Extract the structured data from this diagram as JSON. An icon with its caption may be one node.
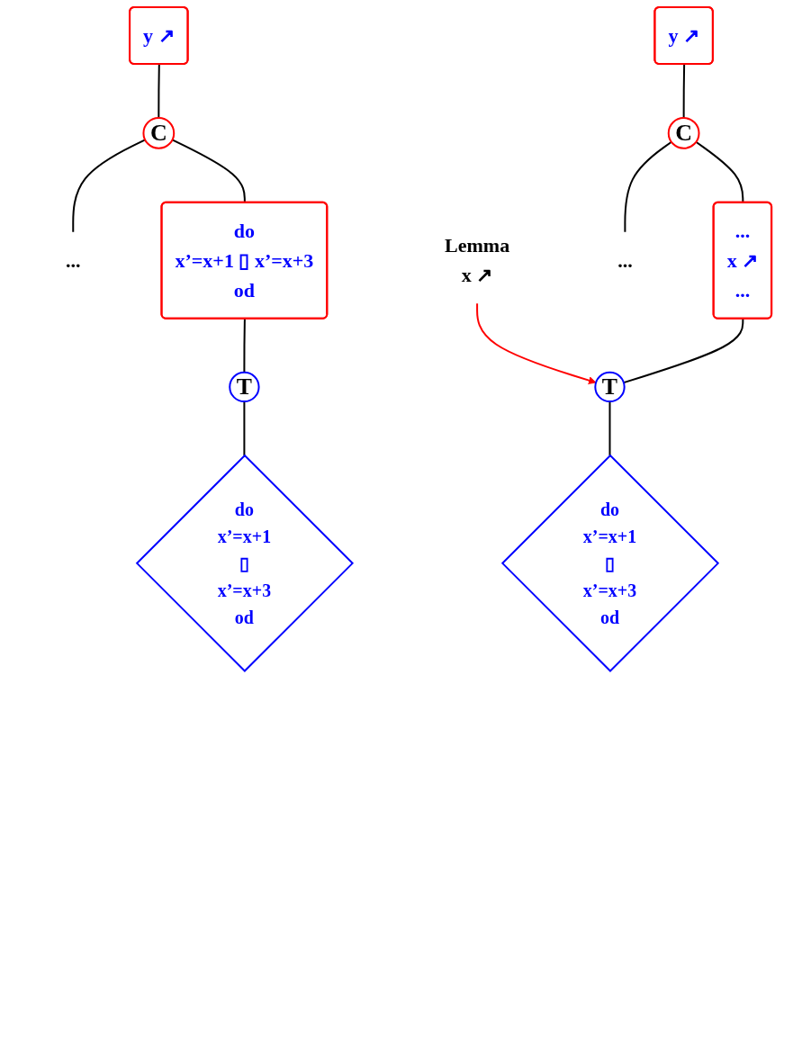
{
  "diagram": {
    "nodes": [
      {
        "text": [
          "y ↗"
        ]
      },
      {
        "text": [
          "C"
        ]
      },
      {
        "text": [
          "..."
        ]
      },
      {
        "text": [
          "do",
          "x’=x+1 ▯ x’=x+3",
          "od"
        ]
      },
      {
        "text": [
          "T"
        ]
      },
      {
        "text": [
          "do",
          "x’=x+1",
          "▯",
          "x’=x+3",
          "od"
        ]
      },
      {
        "text": [
          "Lemma",
          "x ↗"
        ]
      },
      {
        "text": [
          "y ↗"
        ]
      },
      {
        "text": [
          "C"
        ]
      },
      {
        "text": [
          "..."
        ]
      },
      {
        "text": [
          "...",
          "x ↗",
          "..."
        ]
      },
      {
        "text": [
          "T"
        ]
      },
      {
        "text": [
          "do",
          "x’=x+1",
          "▯",
          "x’=x+3",
          "od"
        ]
      }
    ],
    "edges": [
      {
        "from": 0,
        "to": 1,
        "arrow": "none"
      },
      {
        "from": 1,
        "to": 2,
        "arrow": "none"
      },
      {
        "from": 1,
        "to": 3,
        "arrow": "none"
      },
      {
        "from": 3,
        "to": 4,
        "arrow": "none"
      },
      {
        "from": 4,
        "to": 5,
        "arrow": "none"
      },
      {
        "from": 6,
        "to": 11,
        "arrow": "to",
        "color": "#ff0000"
      },
      {
        "from": 7,
        "to": 8,
        "arrow": "none"
      },
      {
        "from": 8,
        "to": 9,
        "arrow": "none"
      },
      {
        "from": 8,
        "to": 10,
        "arrow": "none"
      },
      {
        "from": 10,
        "to": 11,
        "arrow": "none"
      },
      {
        "from": 11,
        "to": 12,
        "arrow": "none"
      }
    ]
  }
}
